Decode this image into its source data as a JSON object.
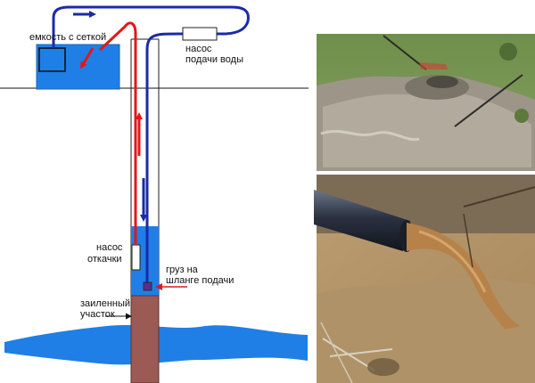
{
  "diagram": {
    "labels": {
      "tank": "емкость с сеткой",
      "supply_pump_line1": "насос",
      "supply_pump_line2": "подачи воды",
      "drain_pump_line1": "насос",
      "drain_pump_line2": "откачки",
      "weight_line1": "груз на",
      "weight_line2": "шланге подачи",
      "silted_line1": "заиленный",
      "silted_line2": "участок"
    },
    "colors": {
      "water": "#1f7fe6",
      "silt": "#9c5a55",
      "supply_hose": "#1a2aa8",
      "drain_hose": "#e01818",
      "casing": "#222222",
      "pump_body": "#ffffff"
    }
  },
  "photos": {
    "top": {
      "subject": "muddy water flowing onto grass near the well"
    },
    "bottom": {
      "subject": "muddy water pouring out of a dark pipe"
    }
  }
}
